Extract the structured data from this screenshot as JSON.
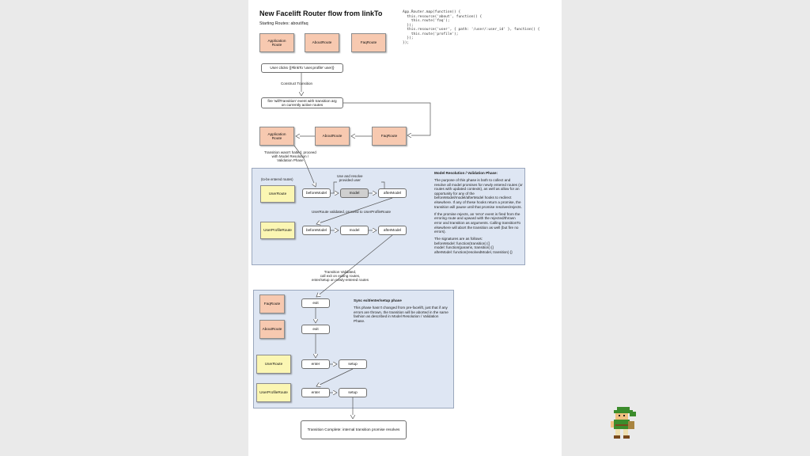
{
  "slide": {
    "title": "New Facelift Router flow from linkTo",
    "subtitle": "Starting Routes: about/faq",
    "code": "App.Router.map(function() {\n  this.resource('about', function() {\n    this.route('faq');\n  });\n  this.resource('user', { path: '/user/:user_id' }, function() {\n    this.route('profile');\n  });\n});"
  },
  "diagram": {
    "start_routes": [
      "Application\nRoute",
      "AboutRoute",
      "FaqRoute"
    ],
    "user_clicks": "User clicks {{#linkTo 'user.profile' user}}",
    "construct_transition": "Construct Transition",
    "fire_will_transition": "fire 'willTransition' event with transition arg\non currently active routes",
    "active_routes": [
      "Application\nRoute",
      "AboutRoute",
      "FaqRoute"
    ],
    "transition_not_halted": "Transition wasn't halted, proceed\nwith Model Resolution /\nValidation Phase",
    "to_be_entered_label": "(to-be entered routes)",
    "model_phase": {
      "routes": [
        "UserRoute",
        "UserProfileRoute"
      ],
      "hooks": [
        "beforeModel",
        "model",
        "afterModel"
      ],
      "use_and_resolve": "Use and resolve\nprovided user",
      "validated": "UserRoute validated, proceed to UserProfileRoute",
      "heading": "Model Resolution / Validation Phase:",
      "paragraphs": [
        "The purpose of this phase is both to collect and resolve all model promises for newly entered routes (or routes with updated contexts), as well as allow for an opportunity for any of the beforeModel/model/afterModel hooks to redirect elsewhere. If any of these hooks return a promise, the transition will pause until that promise resolves/rejects.",
        "If the promise rejects, an 'error' event is fired from the erroring route and upward with the rejected/thrown error and transition as arguments. Calling transitionTo elsewhere will abort the transition as well (but fire no errors).",
        "The signatures are as follows:\nbeforeModel: function(transition) {}\nmodel: function(params, transition) {}\nafterModel: function(resolvedModel, transition) {}"
      ]
    },
    "transition_validated": "Transition Validated,\ncall exit on exiting routes,\nenter/setup on newly-entered routes",
    "sync_phase": {
      "exit_routes": [
        "FaqRoute",
        "AboutRoute"
      ],
      "enter_routes": [
        "UserRoute",
        "UserProfileRoute"
      ],
      "exit_label": "exit",
      "enter_label": "enter",
      "setup_label": "setup",
      "heading": "Sync exit/enter/setup phase",
      "paragraph": "This phase hasn't changed from pre-facelift, just that if any errors are thrown, the transition will be aborted in the same fashion as described in Model Resolution / Validation Phase."
    },
    "transition_complete": "Transition Complete: internal transition promise resolves"
  },
  "colors": {
    "route_fill": "#f7c9b0",
    "entered_fill": "#fbf6b3",
    "panel_fill": "#dee6f3",
    "background": "#eaeaea"
  }
}
